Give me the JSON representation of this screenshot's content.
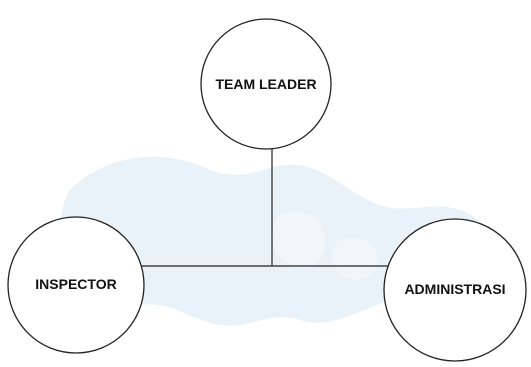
{
  "diagram": {
    "nodes": {
      "team_leader": {
        "label": "TEAM LEADER"
      },
      "inspector": {
        "label": "INSPECTOR"
      },
      "administrasi": {
        "label": "ADMINISTRASI"
      }
    },
    "connections": [
      {
        "from": "team_leader",
        "to": "inspector"
      },
      {
        "from": "team_leader",
        "to": "administrasi"
      }
    ],
    "colors": {
      "line": "#222222",
      "node_fill": "#ffffff",
      "watermark": "#d7e8f3"
    },
    "background_watermark": "faint map silhouette"
  }
}
